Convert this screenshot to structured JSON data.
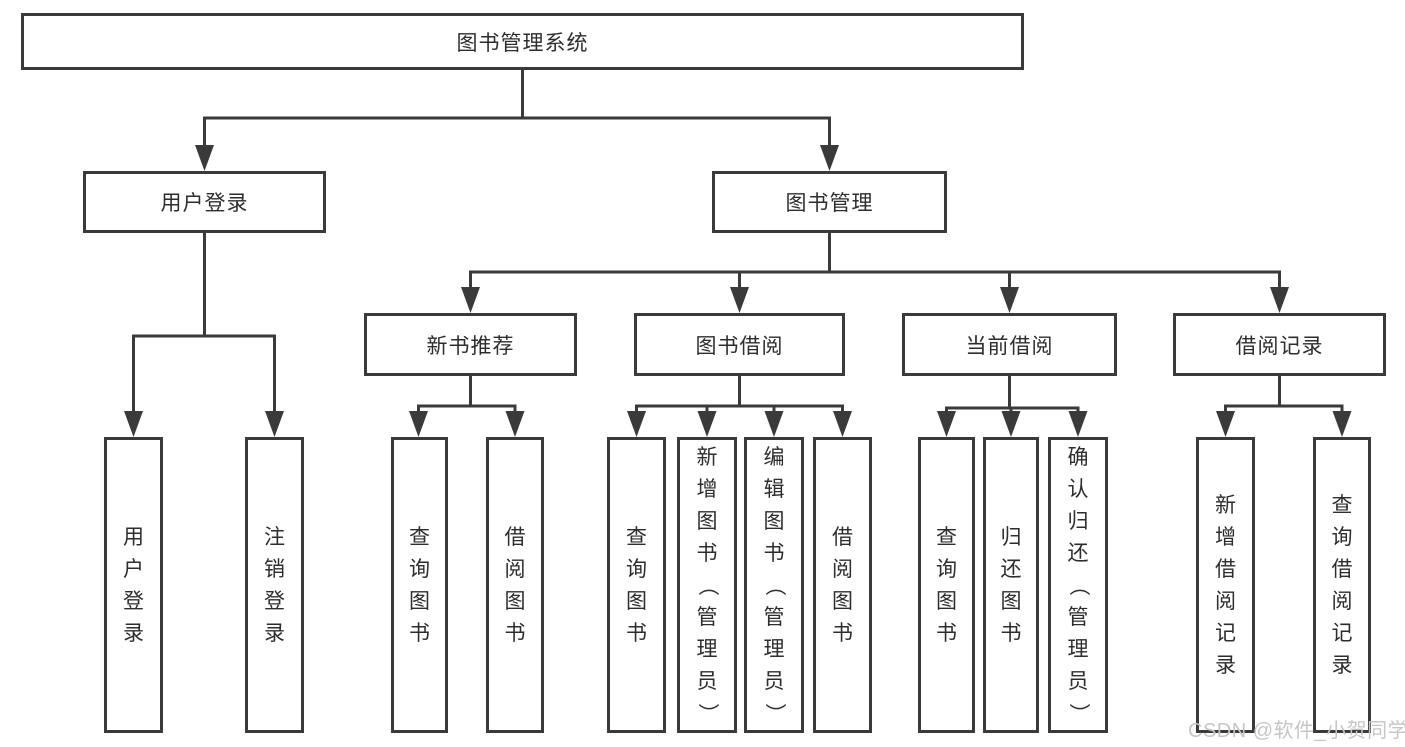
{
  "diagram": {
    "watermark": "CSDN @软件_小贺同学",
    "colors": {
      "line": "#3a3a3a",
      "text": "#2d2d2d",
      "box_background": "#ffffff",
      "page_background": "#ffffff",
      "watermark": "#c6c6c6"
    },
    "nodes": {
      "root": {
        "label": "图书管理系统"
      },
      "user_login": {
        "label": "用户登录"
      },
      "book_mgmt": {
        "label": "图书管理"
      },
      "new_book_rec": {
        "label": "新书推荐"
      },
      "book_borrow": {
        "label": "图书借阅"
      },
      "current_borrow": {
        "label": "当前借阅"
      },
      "borrow_records": {
        "label": "借阅记录"
      },
      "user_login_action": {
        "label": "用户登录"
      },
      "logout_action": {
        "label": "注销登录"
      },
      "query_books_rec": {
        "label": "查询图书"
      },
      "borrow_books_rec": {
        "label": "借阅图书"
      },
      "query_books_borrow": {
        "label": "查询图书"
      },
      "add_books_admin": {
        "label": "新增图书（管理员）"
      },
      "edit_books_admin": {
        "label": "编辑图书（管理员）"
      },
      "borrow_books": {
        "label": "借阅图书"
      },
      "query_books_current": {
        "label": "查询图书"
      },
      "return_books": {
        "label": "归还图书"
      },
      "confirm_return_admin": {
        "label": "确认归还（管理员）"
      },
      "add_borrow_record": {
        "label": "新增借阅记录"
      },
      "query_borrow_record": {
        "label": "查询借阅记录"
      }
    },
    "hierarchy": {
      "root": [
        "user_login",
        "book_mgmt"
      ],
      "user_login": [
        "user_login_action",
        "logout_action"
      ],
      "book_mgmt": [
        "new_book_rec",
        "book_borrow",
        "current_borrow",
        "borrow_records"
      ],
      "new_book_rec": [
        "query_books_rec",
        "borrow_books_rec"
      ],
      "book_borrow": [
        "query_books_borrow",
        "add_books_admin",
        "edit_books_admin",
        "borrow_books"
      ],
      "current_borrow": [
        "query_books_current",
        "return_books",
        "confirm_return_admin"
      ],
      "borrow_records": [
        "add_borrow_record",
        "query_borrow_record"
      ]
    }
  }
}
